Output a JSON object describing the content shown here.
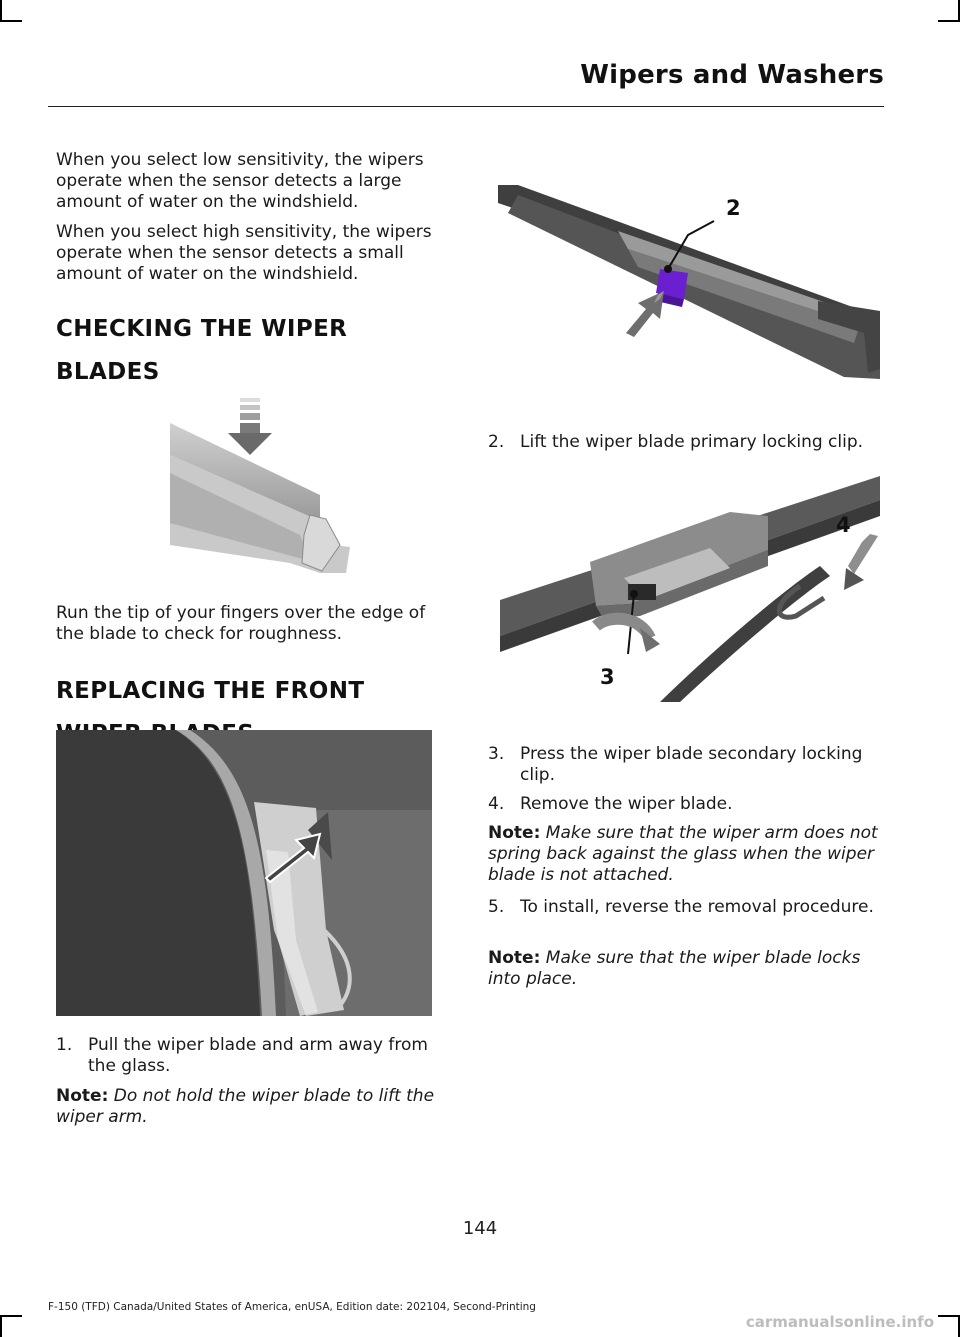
{
  "header": {
    "title": "Wipers and Washers"
  },
  "left": {
    "para1": "When you select low sensitivity, the wipers operate when the sensor detects a large amount of water on the windshield.",
    "para2": "When you select high sensitivity, the wipers operate when the sensor detects a small amount of water on the windshield.",
    "heading1_line1": "CHECKING THE WIPER",
    "heading1_line2": "BLADES",
    "para3": "Run the tip of your fingers over the edge of the blade to check for roughness.",
    "heading2_line1": "REPLACING THE FRONT",
    "heading2_line2": "WIPER BLADES",
    "step1_num": "1.",
    "step1_text": "Pull the wiper blade and arm away from the glass.",
    "note1_label": "Note:",
    "note1_text": "Do not hold the wiper blade to lift the wiper arm."
  },
  "right": {
    "callout2": "2",
    "step2_num": "2.",
    "step2_text": "Lift the wiper blade primary locking clip.",
    "callout4": "4",
    "callout3": "3",
    "step3_num": "3.",
    "step3_text": "Press the wiper blade secondary locking clip.",
    "step4_num": "4.",
    "step4_text": "Remove the wiper blade.",
    "note2_label": "Note:",
    "note2_text": "Make sure that the wiper arm does not spring back against the glass when the wiper blade is not attached.",
    "step5_num": "5.",
    "step5_text": "To install, reverse the removal procedure.",
    "note3_label": "Note:",
    "note3_text": "Make sure that the wiper blade locks into place."
  },
  "footer": {
    "page_number": "144",
    "edition": "F-150 (TFD) Canada/United States of America, enUSA, Edition date: 202104, Second-Printing"
  },
  "watermark": "carmanualsonline.info",
  "colors": {
    "clip_highlight": "#6a1fd0",
    "arrow_gray": "#6e6e6e"
  }
}
